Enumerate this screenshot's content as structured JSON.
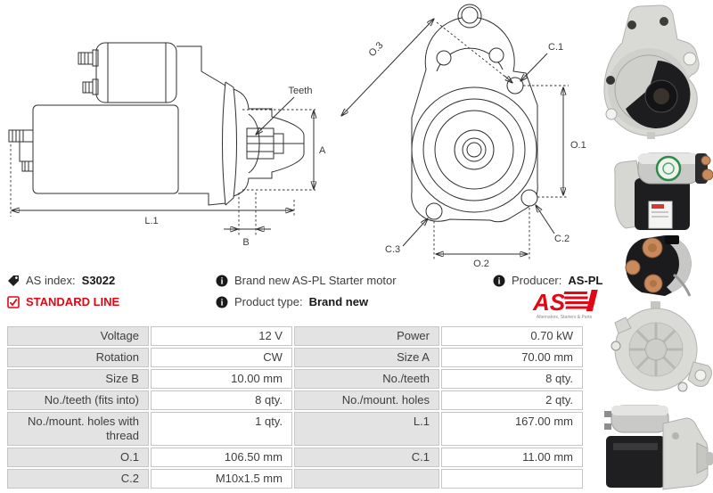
{
  "product": {
    "as_index_label": "AS index:",
    "as_index_value": "S3022",
    "line_label": "STANDARD LINE",
    "description": "Brand new AS-PL Starter motor",
    "product_type_label": "Product type:",
    "product_type_value": "Brand new",
    "producer_label": "Producer:",
    "producer_value": "AS-PL",
    "logo_text": "AS",
    "logo_tagline": "Alternators, Starters & Parts"
  },
  "ui": {
    "info_icon_glyph": "i"
  },
  "drawing_labels": {
    "teeth": "Teeth",
    "l1": "L.1",
    "b": "B",
    "a": "A",
    "o3": "O.3",
    "o1": "O.1",
    "o2": "O.2",
    "c1": "C.1",
    "c2": "C.2",
    "c3": "C.3"
  },
  "spec_table": {
    "rows": [
      [
        "Voltage",
        "12 V",
        "Power",
        "0.70 kW"
      ],
      [
        "Rotation",
        "CW",
        "Size A",
        "70.00 mm"
      ],
      [
        "Size B",
        "10.00 mm",
        "No./teeth",
        "8 qty."
      ],
      [
        "No./teeth (fits into)",
        "8 qty.",
        "No./mount. holes",
        "2 qty."
      ],
      [
        "No./mount. holes with thread",
        "1 qty.",
        "L.1",
        "167.00 mm"
      ],
      [
        "O.1",
        "106.50 mm",
        "C.1",
        "11.00 mm"
      ],
      [
        "C.2",
        "M10x1.5 mm",
        "",
        ""
      ]
    ]
  },
  "colors": {
    "accent_red": "#e30613",
    "table_label_bg": "#e3e3e3",
    "table_border": "#c6c6c6",
    "text": "#3f3f3f",
    "drawing_line": "#2f2f2f"
  }
}
